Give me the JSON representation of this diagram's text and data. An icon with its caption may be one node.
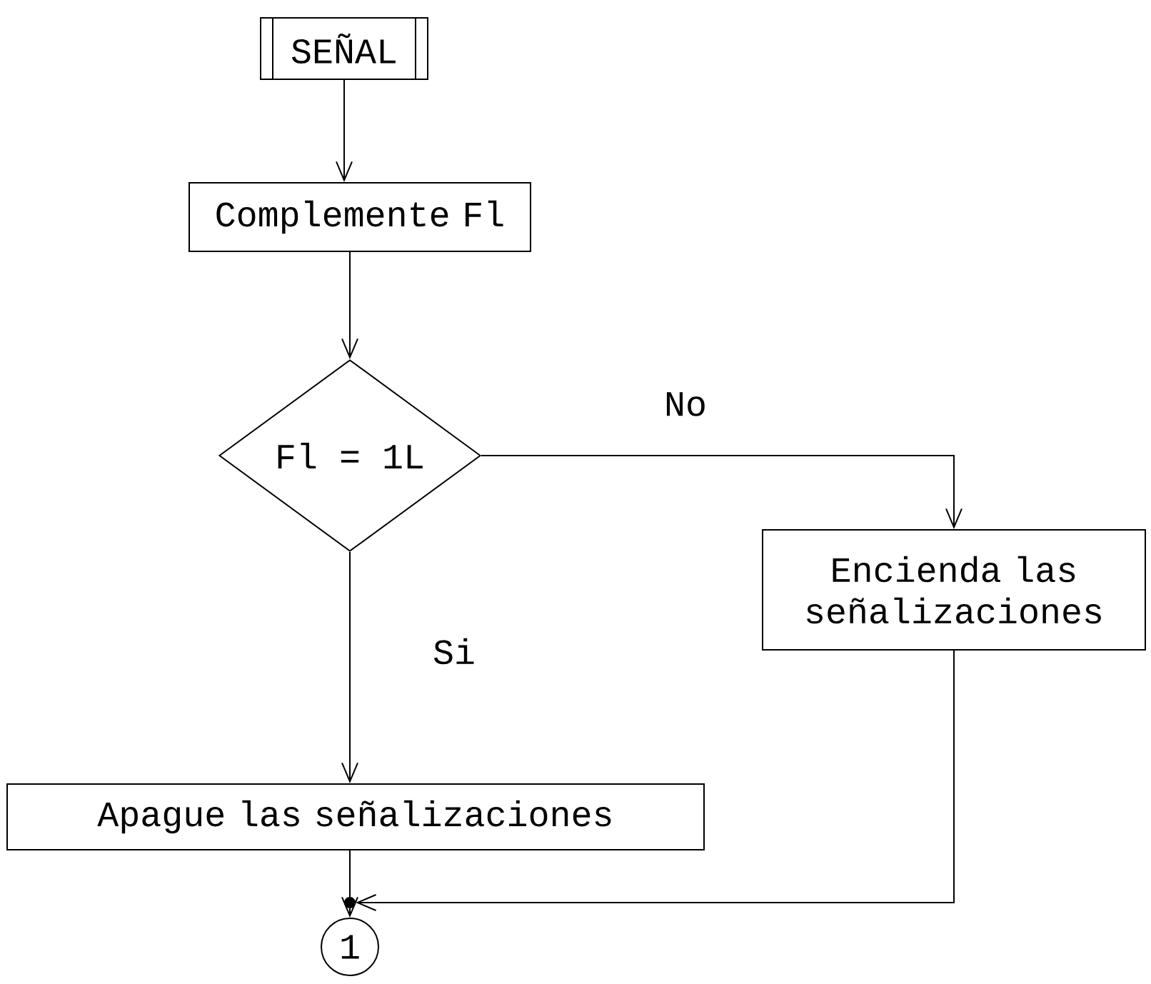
{
  "diagram": {
    "nodes": [
      {
        "text": [
          "SEÑAL"
        ]
      },
      {
        "text": [
          "Complemente Fl"
        ]
      },
      {
        "text": [
          "Fl = 1L"
        ]
      },
      {
        "text": [
          "Encienda las señalizaciones"
        ]
      },
      {
        "text": [
          "Apague las señalizaciones"
        ]
      },
      {
        "text": [],
        "shape": "circle"
      },
      {
        "text": [
          "1"
        ]
      }
    ],
    "edges": [
      {
        "from": 0,
        "to": 1,
        "arrow": "to"
      },
      {
        "from": 1,
        "to": 2,
        "arrow": "to"
      },
      {
        "from": 2,
        "to": 3,
        "arrow": "to",
        "label": "No"
      },
      {
        "from": 2,
        "to": 4,
        "arrow": "to",
        "label": "Si"
      },
      {
        "from": 4,
        "to": 5,
        "arrow": "none"
      },
      {
        "from": 3,
        "to": 5,
        "arrow": "to"
      },
      {
        "from": 5,
        "to": 6,
        "arrow": "to"
      }
    ]
  }
}
